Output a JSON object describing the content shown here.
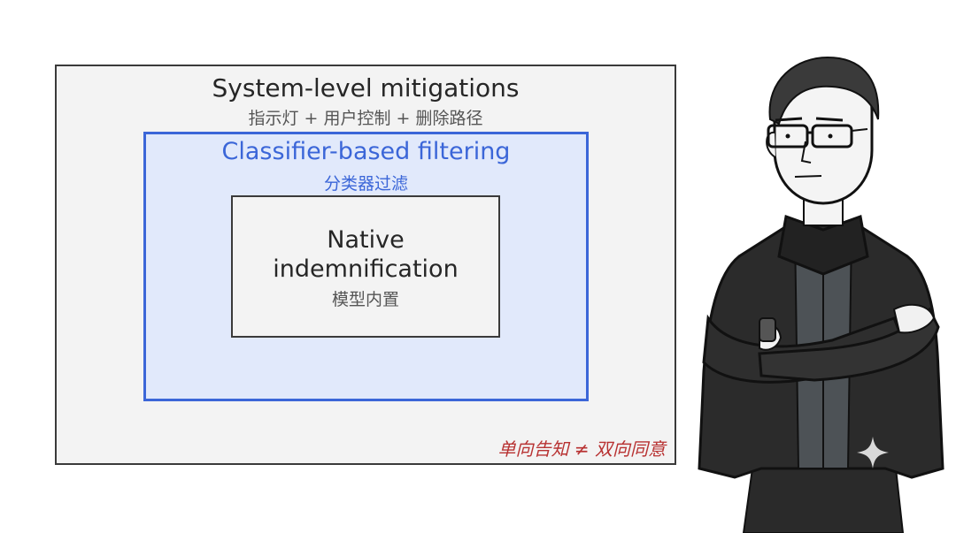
{
  "diagram": {
    "outer": {
      "title": "System-level mitigations",
      "subtitle": "指示灯 + 用户控制 + 删除路径"
    },
    "middle": {
      "title": "Classifier-based filtering",
      "subtitle": "分类器过滤"
    },
    "inner": {
      "title": "Native indemnification",
      "subtitle": "模型内置"
    },
    "footnote": "单向告知 ≠ 双向同意"
  },
  "colors": {
    "outer_fill": "#f3f3f3",
    "outer_border": "#3a3a3a",
    "middle_fill": "#e1e9fb",
    "middle_accent": "#3b66d8",
    "footnote": "#b83232"
  },
  "icons": {
    "presenter": "person-arms-crossed-illustration",
    "watermark": "sparkle-icon"
  }
}
